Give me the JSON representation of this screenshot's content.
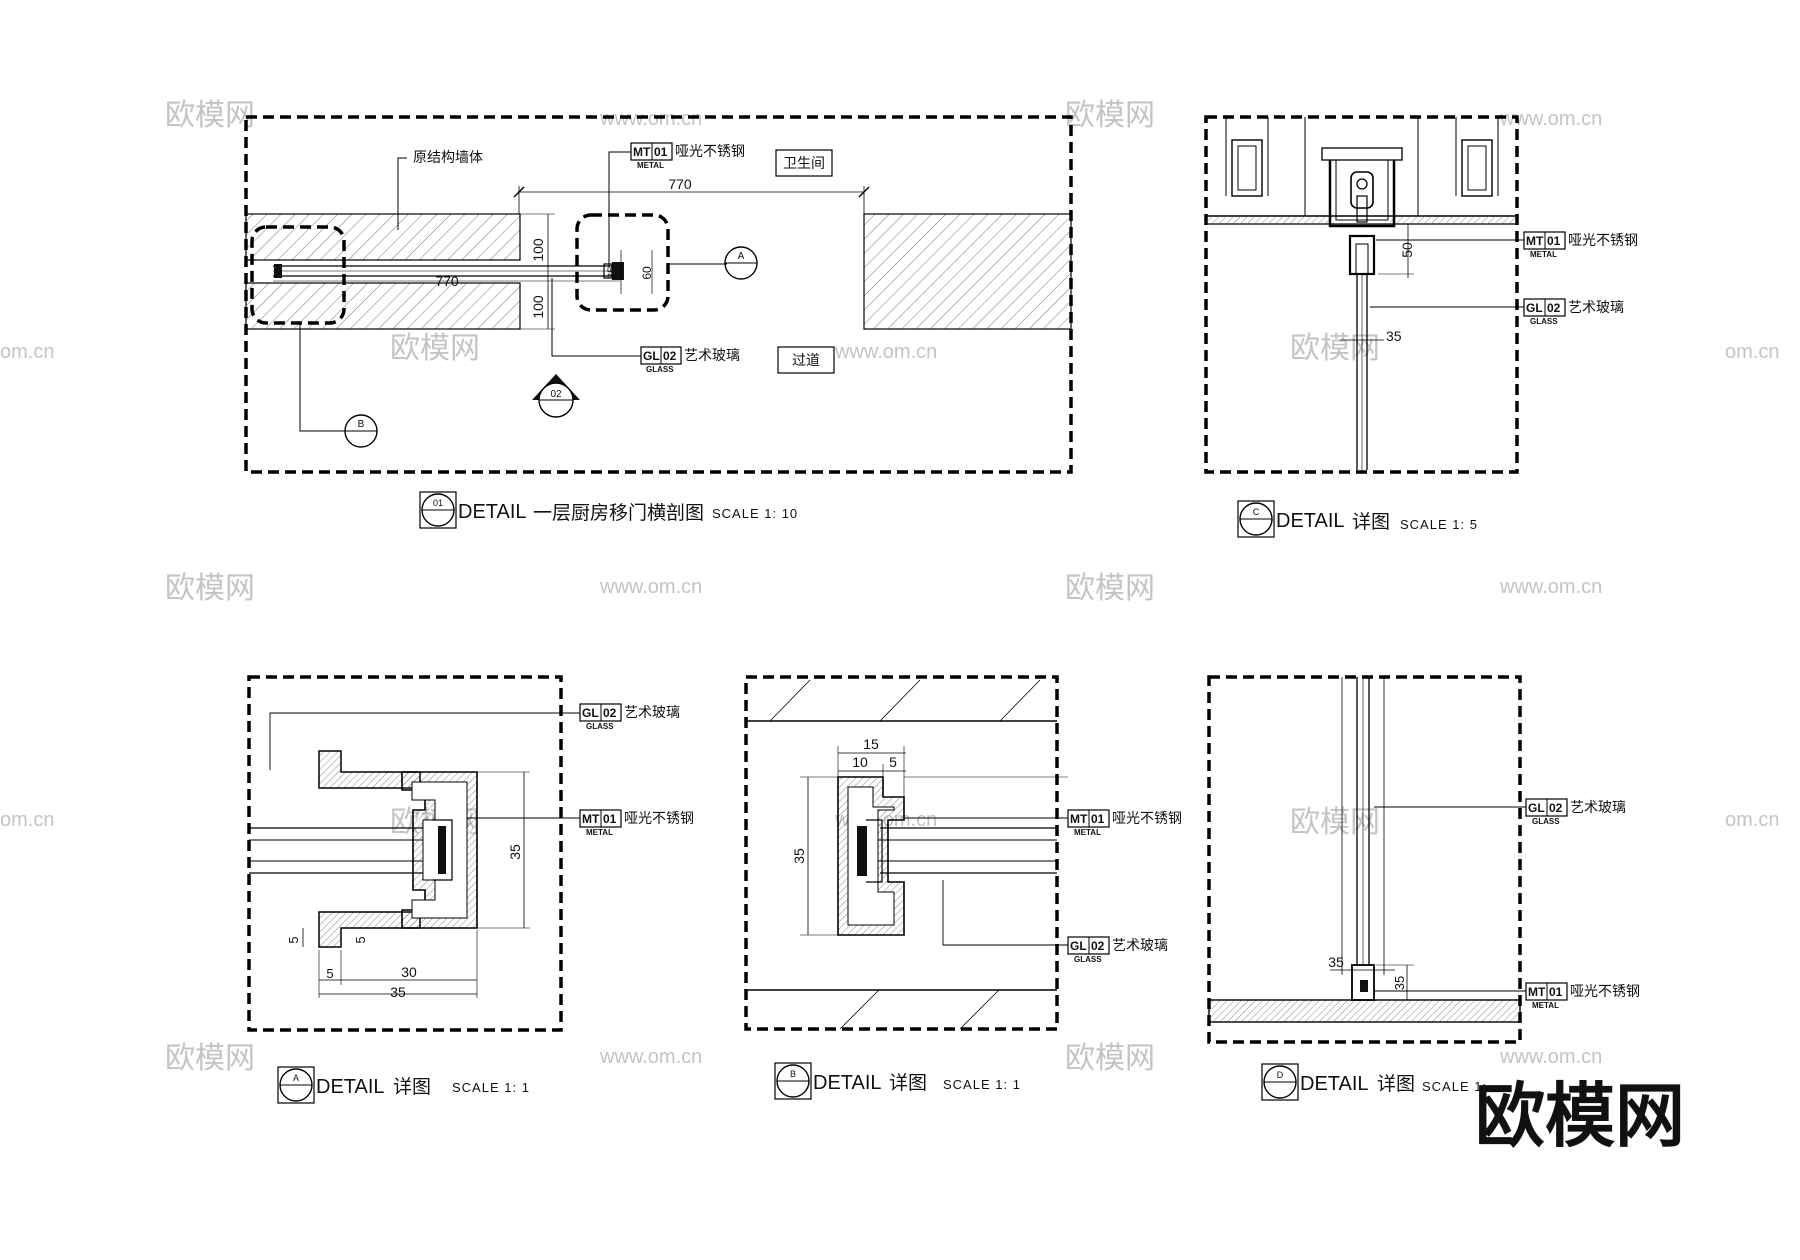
{
  "materials": {
    "metal": {
      "code1": "MT",
      "code2": "01",
      "type": "METAL",
      "name": "哑光不锈钢"
    },
    "glass": {
      "code1": "GL",
      "code2": "02",
      "type": "GLASS",
      "name": "艺术玻璃"
    }
  },
  "detail01": {
    "marker": "01",
    "word": "DETAIL",
    "title": "一层厨房移门横剖图",
    "scale": "SCALE  1: 10",
    "label_wall": "原结构墙体",
    "room_top": "卫生间",
    "room_bottom": "过道",
    "dim_770_top": "770",
    "dim_770_inner": "770",
    "dim_100_a": "100",
    "dim_100_b": "100",
    "dim_35": "35",
    "dim_60": "60",
    "callout_a": "A",
    "callout_b": "B",
    "section_02": "02"
  },
  "detailC": {
    "marker": "C",
    "word": "DETAIL",
    "title": "详图",
    "scale": "SCALE    1: 5",
    "dim_50": "50",
    "dim_35": "35"
  },
  "detailA": {
    "marker": "A",
    "word": "DETAIL",
    "title": "详图",
    "scale": "SCALE    1: 1",
    "dim_35_v": "35",
    "dim_5_a": "5",
    "dim_5_b": "5",
    "dim_5_c": "5",
    "dim_30": "30",
    "dim_35_h": "35"
  },
  "detailB": {
    "marker": "B",
    "word": "DETAIL",
    "title": "详图",
    "scale": "SCALE       1: 1",
    "dim_15": "15",
    "dim_10": "10",
    "dim_5": "5",
    "dim_35": "35"
  },
  "detailD": {
    "marker": "D",
    "word": "DETAIL",
    "title": "详图",
    "scale": "SCALE  1:",
    "dim_35_a": "35",
    "dim_35_b": "35"
  },
  "watermarks": {
    "brand": "欧模网",
    "url": "www.om.cn",
    "url_short": "om.cn",
    "big": "欧模网"
  }
}
